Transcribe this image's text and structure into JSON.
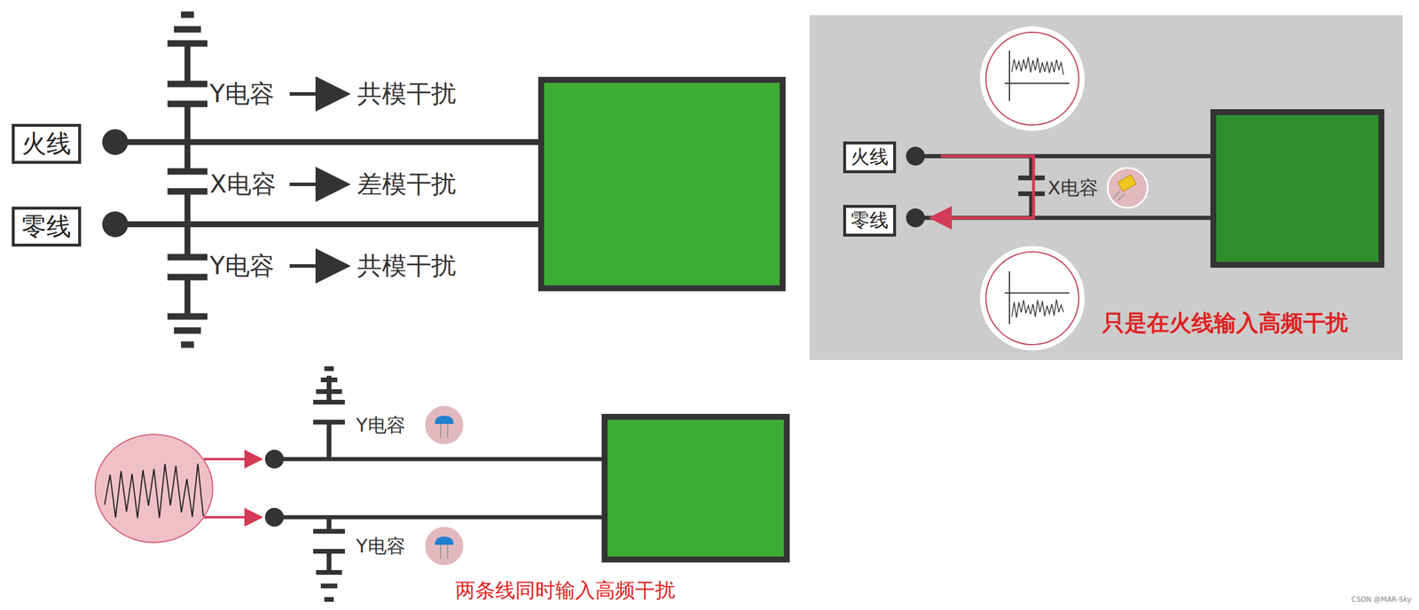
{
  "diagram": {
    "nodes": [
      {
        "text": [
          "火线"
        ]
      },
      {
        "text": [
          "零线"
        ]
      },
      {
        "text": [
          "火线"
        ]
      },
      {
        "text": [
          "零线"
        ]
      }
    ],
    "labels": [
      "Y电容",
      "共模干扰",
      "X电容",
      "差模干扰",
      "Y电容",
      "共模干扰",
      "X电容",
      "只是在火线输入高频干扰",
      "Y电容",
      "Y电容",
      "两条线同时输入高频干扰",
      "CSDN @MAR-Sky"
    ]
  }
}
